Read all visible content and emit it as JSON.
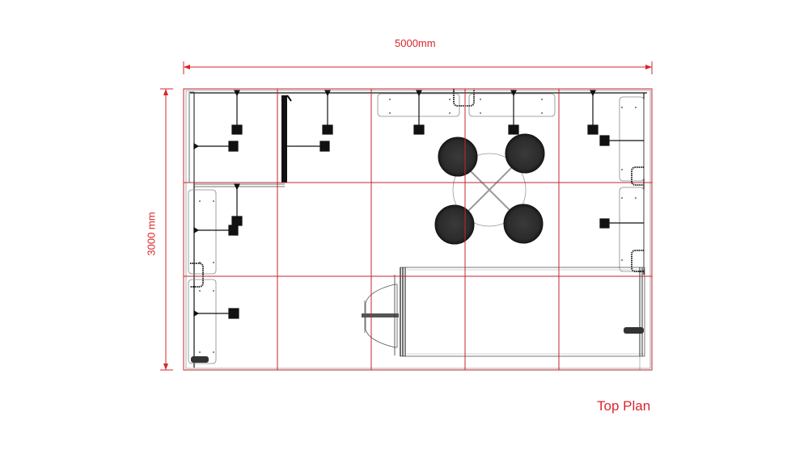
{
  "drawing": {
    "title": "Top Plan",
    "width_dimension": "5000mm",
    "height_dimension": "3000 mm",
    "colors": {
      "dimension": "#d9262c",
      "grid": "#c1272d",
      "structure": "#111111",
      "furniture_fill": "#333333",
      "outline": "#888888"
    },
    "grid": {
      "columns": 5,
      "rows": 3,
      "module_mm": 1000
    },
    "elements": {
      "spotlights": 11,
      "stools": 4,
      "round_table": 1,
      "counter": 1,
      "monitor": 1,
      "graphic_panels": 6
    }
  }
}
